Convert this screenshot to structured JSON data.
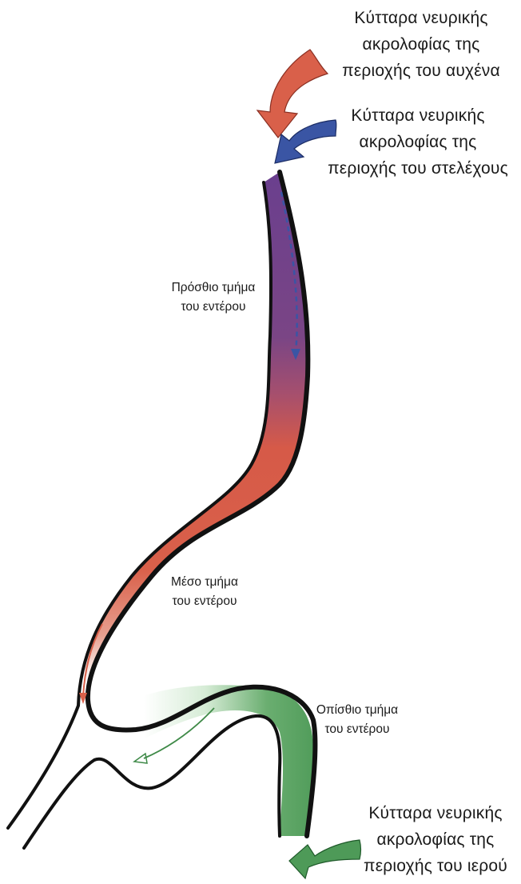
{
  "labels": {
    "neck_neural_crest": [
      "Κύτταρα νευρικής",
      "ακρολοφίας της",
      "περιοχής του αυχένα"
    ],
    "trunk_neural_crest": [
      "Κύτταρα νευρικής",
      "ακρολοφίας της",
      "περιοχής του στελέχους"
    ],
    "foregut": [
      "Πρόσθιο τμήμα",
      "του εντέρου"
    ],
    "midgut": [
      "Μέσο τμήμα",
      "του εντέρου"
    ],
    "hindgut": [
      "Οπίσθιο τμήμα",
      "του εντέρου"
    ],
    "sacral_neural_crest": [
      "Κύτταρα νευρικής",
      "ακρολοφίας της",
      "περιοχής του ιερού"
    ]
  },
  "colors": {
    "neck_arrow": "#d9604a",
    "trunk_arrow": "#3a55a4",
    "foregut_top": "#6a3f8e",
    "foregut_mid": "#9a4d74",
    "midgut": "#d65a48",
    "hindgut": "#4e9a58",
    "hindgut_light": "#e4f2e4",
    "outline": "#111111"
  }
}
